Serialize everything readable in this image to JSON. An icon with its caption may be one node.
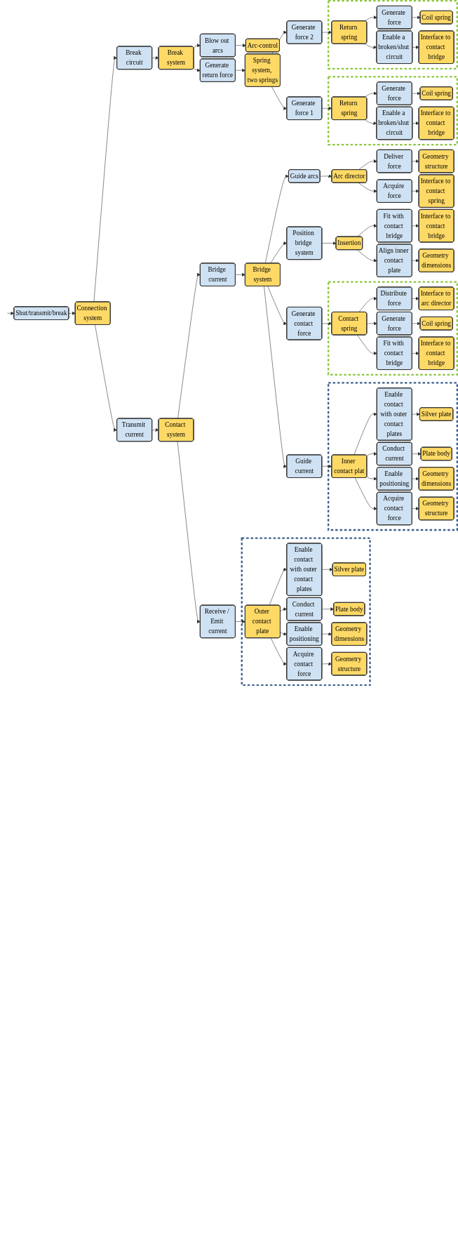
{
  "diagram": {
    "nodes": [
      {
        "text": [
          "Shut/transmit/break"
        ]
      },
      {
        "text": [
          "Connection system"
        ]
      },
      {
        "text": [
          "Break circuit"
        ]
      },
      {
        "text": [
          "Break system"
        ]
      },
      {
        "text": [
          "Blow out arcs"
        ]
      },
      {
        "text": [
          "Arc-control"
        ]
      },
      {
        "text": [
          "Generate return force"
        ]
      },
      {
        "text": [
          "Spring system, two springs"
        ]
      },
      {
        "text": [
          "Generate force 2"
        ]
      },
      {
        "text": [
          "Generate force 1"
        ]
      },
      {
        "text": [],
        "shape": "box"
      },
      {
        "text": [
          "Return spring"
        ],
        "in": 10
      },
      {
        "text": [
          "Generate force"
        ],
        "in": 10
      },
      {
        "text": [
          "Coil spring"
        ],
        "in": 10
      },
      {
        "text": [
          "Enable a broken/shut circuit"
        ],
        "in": 10
      },
      {
        "text": [
          "Interface to contact bridge"
        ],
        "in": 10
      },
      {
        "text": [],
        "shape": "box"
      },
      {
        "text": [
          "Return spring"
        ],
        "in": 16
      },
      {
        "text": [
          "Generate force"
        ],
        "in": 16
      },
      {
        "text": [
          "Coil spring"
        ],
        "in": 16
      },
      {
        "text": [
          "Enable a broken/shut circuit"
        ],
        "in": 16
      },
      {
        "text": [
          "Interface to contact bridge"
        ],
        "in": 16
      },
      {
        "text": [
          "Transmit current"
        ]
      },
      {
        "text": [
          "Contact system"
        ]
      },
      {
        "text": [
          "Bridge current"
        ]
      },
      {
        "text": [
          "Bridge system"
        ]
      },
      {
        "text": [
          "Guide arcs"
        ]
      },
      {
        "text": [
          "Arc director"
        ]
      },
      {
        "text": [
          "Deliver force"
        ]
      },
      {
        "text": [
          "Geometry structure"
        ]
      },
      {
        "text": [
          "Acquire force"
        ]
      },
      {
        "text": [
          "Interface to contact spring"
        ]
      },
      {
        "text": [
          "Position bridge system"
        ]
      },
      {
        "text": [
          "Insertion"
        ]
      },
      {
        "text": [
          "Fit with contact bridge"
        ]
      },
      {
        "text": [
          "Interface to contact bridge"
        ]
      },
      {
        "text": [
          "Align inner contact plate"
        ]
      },
      {
        "text": [
          "Geometry dimensions"
        ]
      },
      {
        "text": [
          "Generate contact force"
        ]
      },
      {
        "text": [],
        "shape": "box"
      },
      {
        "text": [
          "Contact spring"
        ],
        "in": 39
      },
      {
        "text": [
          "Distribute force"
        ],
        "in": 39
      },
      {
        "text": [
          "Interface to arc director"
        ],
        "in": 39
      },
      {
        "text": [
          "Generate force"
        ],
        "in": 39
      },
      {
        "text": [
          "Coil spring"
        ],
        "in": 39
      },
      {
        "text": [
          "Fit with contact bridge"
        ],
        "in": 39
      },
      {
        "text": [
          "Interface to contact bridge"
        ],
        "in": 39
      },
      {
        "text": [
          "Guide current"
        ]
      },
      {
        "text": [],
        "shape": "box"
      },
      {
        "text": [
          "Inner contact plat"
        ],
        "in": 48
      },
      {
        "text": [
          "Enable contact with outer contact plates"
        ],
        "in": 48
      },
      {
        "text": [
          "Silver plate"
        ],
        "in": 48
      },
      {
        "text": [
          "Conduct current"
        ],
        "in": 48
      },
      {
        "text": [
          "Plate body"
        ],
        "in": 48
      },
      {
        "text": [
          "Enable positioning"
        ],
        "in": 48
      },
      {
        "text": [
          "Geometry dimensions"
        ],
        "in": 48
      },
      {
        "text": [
          "Acquire contact force"
        ],
        "in": 48
      },
      {
        "text": [
          "Geometry structure"
        ],
        "in": 48
      },
      {
        "text": [
          "Receive / Emit current"
        ]
      },
      {
        "text": [],
        "shape": "box"
      },
      {
        "text": [
          "Outer contact plate"
        ],
        "in": 59
      },
      {
        "text": [
          "Enable contact with outer contact plates"
        ],
        "in": 59
      },
      {
        "text": [
          "Silver plate"
        ],
        "in": 59
      },
      {
        "text": [
          "Conduct current"
        ],
        "in": 59
      },
      {
        "text": [
          "Plate body"
        ],
        "in": 59
      },
      {
        "text": [
          "Enable positioning"
        ],
        "in": 59
      },
      {
        "text": [
          "Geometry dimensions"
        ],
        "in": 59
      },
      {
        "text": [
          "Acquire contact force"
        ],
        "in": 59
      },
      {
        "text": [
          "Geometry structure"
        ],
        "in": 59
      }
    ],
    "edges": [
      {
        "from": null,
        "to": 0,
        "arrow": "to"
      },
      {
        "from": 0,
        "to": 1,
        "arrow": "to"
      },
      {
        "from": 1,
        "to": 2,
        "arrow": "to"
      },
      {
        "from": 1,
        "to": 22,
        "arrow": "to"
      },
      {
        "from": 2,
        "to": 3,
        "arrow": "to"
      },
      {
        "from": 3,
        "to": 4,
        "arrow": "to"
      },
      {
        "from": 3,
        "to": 6,
        "arrow": "to"
      },
      {
        "from": 4,
        "to": 5,
        "arrow": "to"
      },
      {
        "from": 6,
        "to": 7,
        "arrow": "to"
      },
      {
        "from": 7,
        "to": 8,
        "arrow": "to"
      },
      {
        "from": 7,
        "to": 9,
        "arrow": "to"
      },
      {
        "from": 8,
        "to": 11,
        "arrow": "to"
      },
      {
        "from": 9,
        "to": 17,
        "arrow": "to"
      },
      {
        "from": 11,
        "to": 12,
        "arrow": "to"
      },
      {
        "from": 11,
        "to": 14,
        "arrow": "to"
      },
      {
        "from": 12,
        "to": 13,
        "arrow": "to"
      },
      {
        "from": 14,
        "to": 15,
        "arrow": "to"
      },
      {
        "from": 17,
        "to": 18,
        "arrow": "to"
      },
      {
        "from": 17,
        "to": 20,
        "arrow": "to"
      },
      {
        "from": 18,
        "to": 19,
        "arrow": "to"
      },
      {
        "from": 20,
        "to": 21,
        "arrow": "to"
      },
      {
        "from": 22,
        "to": 23,
        "arrow": "to"
      },
      {
        "from": 23,
        "to": 24,
        "arrow": "to"
      },
      {
        "from": 23,
        "to": 58,
        "arrow": "to"
      },
      {
        "from": 24,
        "to": 25,
        "arrow": "to"
      },
      {
        "from": 25,
        "to": 26,
        "arrow": "to"
      },
      {
        "from": 25,
        "to": 32,
        "arrow": "to"
      },
      {
        "from": 25,
        "to": 38,
        "arrow": "to"
      },
      {
        "from": 25,
        "to": 47,
        "arrow": "to"
      },
      {
        "from": 26,
        "to": 27,
        "arrow": "to"
      },
      {
        "from": 27,
        "to": 28,
        "arrow": "to"
      },
      {
        "from": 27,
        "to": 30,
        "arrow": "to"
      },
      {
        "from": 28,
        "to": 29,
        "arrow": "to"
      },
      {
        "from": 30,
        "to": 31,
        "arrow": "to"
      },
      {
        "from": 32,
        "to": 33,
        "arrow": "to"
      },
      {
        "from": 33,
        "to": 34,
        "arrow": "to"
      },
      {
        "from": 33,
        "to": 36,
        "arrow": "to"
      },
      {
        "from": 34,
        "to": 35,
        "arrow": "to"
      },
      {
        "from": 36,
        "to": 37,
        "arrow": "to"
      },
      {
        "from": 38,
        "to": 40,
        "arrow": "to"
      },
      {
        "from": 40,
        "to": 41,
        "arrow": "to"
      },
      {
        "from": 40,
        "to": 43,
        "arrow": "to"
      },
      {
        "from": 40,
        "to": 45,
        "arrow": "to"
      },
      {
        "from": 41,
        "to": 42,
        "arrow": "to"
      },
      {
        "from": 43,
        "to": 44,
        "arrow": "to"
      },
      {
        "from": 45,
        "to": 46,
        "arrow": "to"
      },
      {
        "from": 47,
        "to": 49,
        "arrow": "to"
      },
      {
        "from": 49,
        "to": 50,
        "arrow": "to"
      },
      {
        "from": 49,
        "to": 52,
        "arrow": "to"
      },
      {
        "from": 49,
        "to": 54,
        "arrow": "to"
      },
      {
        "from": 49,
        "to": 56,
        "arrow": "to"
      },
      {
        "from": 50,
        "to": 51,
        "arrow": "to"
      },
      {
        "from": 52,
        "to": 53,
        "arrow": "to"
      },
      {
        "from": 54,
        "to": 55,
        "arrow": "to"
      },
      {
        "from": 56,
        "to": 57,
        "arrow": "to"
      },
      {
        "from": 58,
        "to": 60,
        "arrow": "to"
      },
      {
        "from": 60,
        "to": 61,
        "arrow": "to"
      },
      {
        "from": 60,
        "to": 63,
        "arrow": "to"
      },
      {
        "from": 60,
        "to": 65,
        "arrow": "to"
      },
      {
        "from": 60,
        "to": 67,
        "arrow": "to"
      },
      {
        "from": 61,
        "to": 62,
        "arrow": "to"
      },
      {
        "from": 63,
        "to": 64,
        "arrow": "to"
      },
      {
        "from": 65,
        "to": 66,
        "arrow": "to"
      },
      {
        "from": 67,
        "to": 68,
        "arrow": "to"
      }
    ]
  }
}
